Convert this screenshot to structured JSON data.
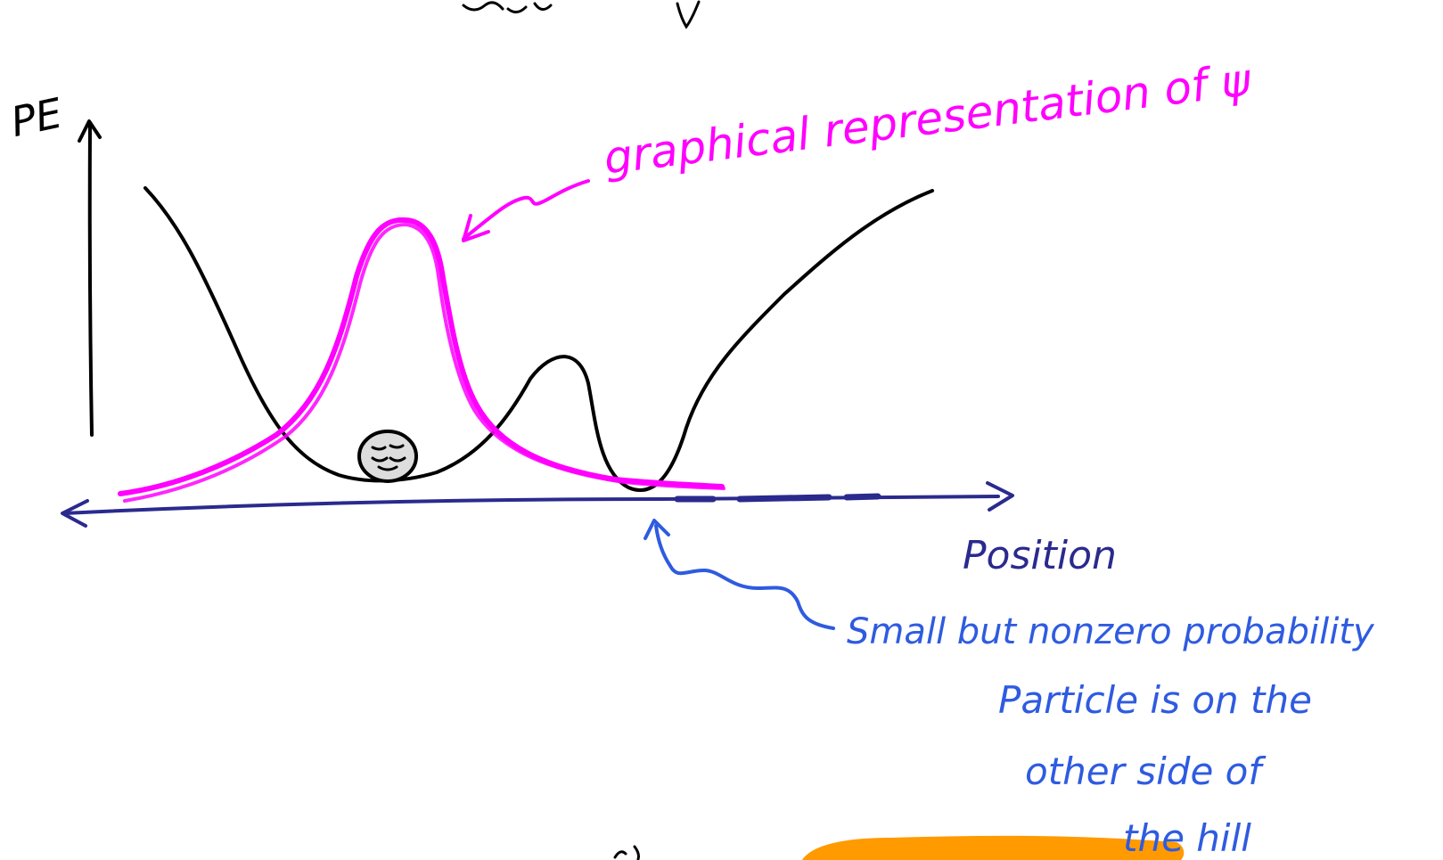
{
  "labels": {
    "y_axis": "PE",
    "x_axis": "Position",
    "wavefunction": "graphical representation of ψ",
    "note_lines": [
      "Small but nonzero probability",
      "Particle is on the",
      "other side of",
      "the hill"
    ]
  },
  "colors": {
    "potential": "#000000",
    "wavefunction": "#ff00ff",
    "axis": "#2a2a8e",
    "annotation": "#2e5be0",
    "highlight": "#ff9a00",
    "particle_fill": "#dddddd"
  }
}
